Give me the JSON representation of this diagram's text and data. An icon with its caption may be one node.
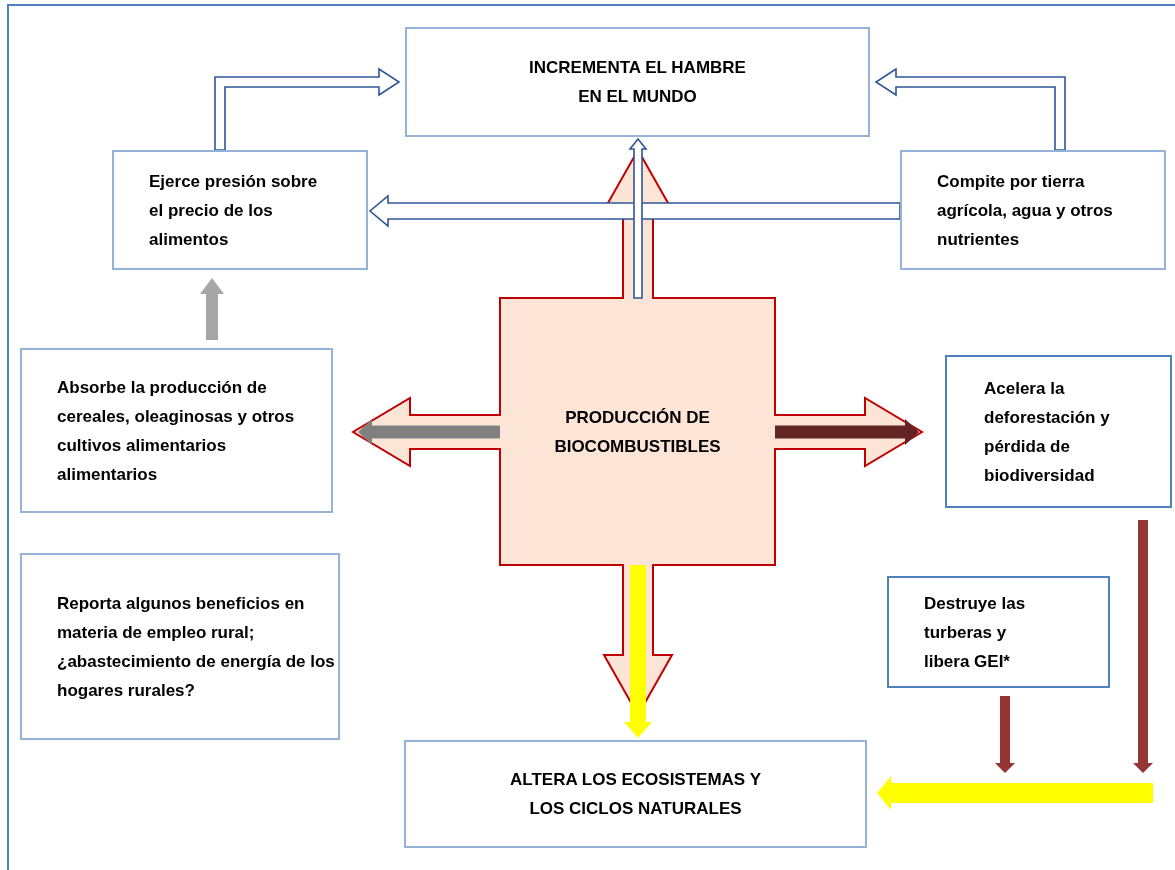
{
  "diagram": {
    "nodes": [
      {
        "text": [
          "INCREMENTA EL HAMBRE EN EL MUNDO"
        ]
      },
      {
        "text": [
          "Ejerce presión sobre el precio de los alimentos"
        ]
      },
      {
        "text": [
          "Compite por tierra agrícola, agua y otros nutrientes"
        ]
      },
      {
        "text": [
          "Absorbe la producción de cereales, oleaginosas y otros cultivos alimentarios alimentarios"
        ]
      },
      {
        "text": [
          "PRODUCCIÓN DE BIOCOMBUSTIBLES"
        ]
      },
      {
        "text": [
          "Acelera la deforestación y pérdida de biodiversidad"
        ]
      },
      {
        "text": [
          "Reporta algunos beneficios en materia de empleo rural; ¿abastecimiento de energía de los hogares rurales?"
        ]
      },
      {
        "text": [
          "Destruye las turberas y libera GEI*"
        ]
      },
      {
        "text": [
          "ALTERA LOS ECOSISTEMAS Y LOS CICLOS NATURALES"
        ]
      }
    ],
    "edges": [
      {
        "from": 1,
        "to": 0,
        "arrow": "to"
      },
      {
        "from": 2,
        "to": 0,
        "arrow": "to"
      },
      {
        "from": 2,
        "to": 1,
        "arrow": "to"
      },
      {
        "from": 4,
        "to": 0,
        "arrow": "to"
      },
      {
        "from": 4,
        "to": 3,
        "arrow": "to",
        "color": "#808080"
      },
      {
        "from": 3,
        "to": 1,
        "arrow": "to",
        "color": "#a6a6a6"
      },
      {
        "from": 4,
        "to": 5,
        "arrow": "to",
        "color": "#632523"
      },
      {
        "from": 4,
        "to": 8,
        "arrow": "to",
        "color": "#ffff00"
      },
      {
        "from": 5,
        "to": null,
        "arrow": "to",
        "color": "#943634"
      },
      {
        "from": 7,
        "to": null,
        "arrow": "to",
        "color": "#943634"
      },
      {
        "from": null,
        "to": 8,
        "arrow": "to",
        "color": "#ffff00"
      }
    ]
  }
}
